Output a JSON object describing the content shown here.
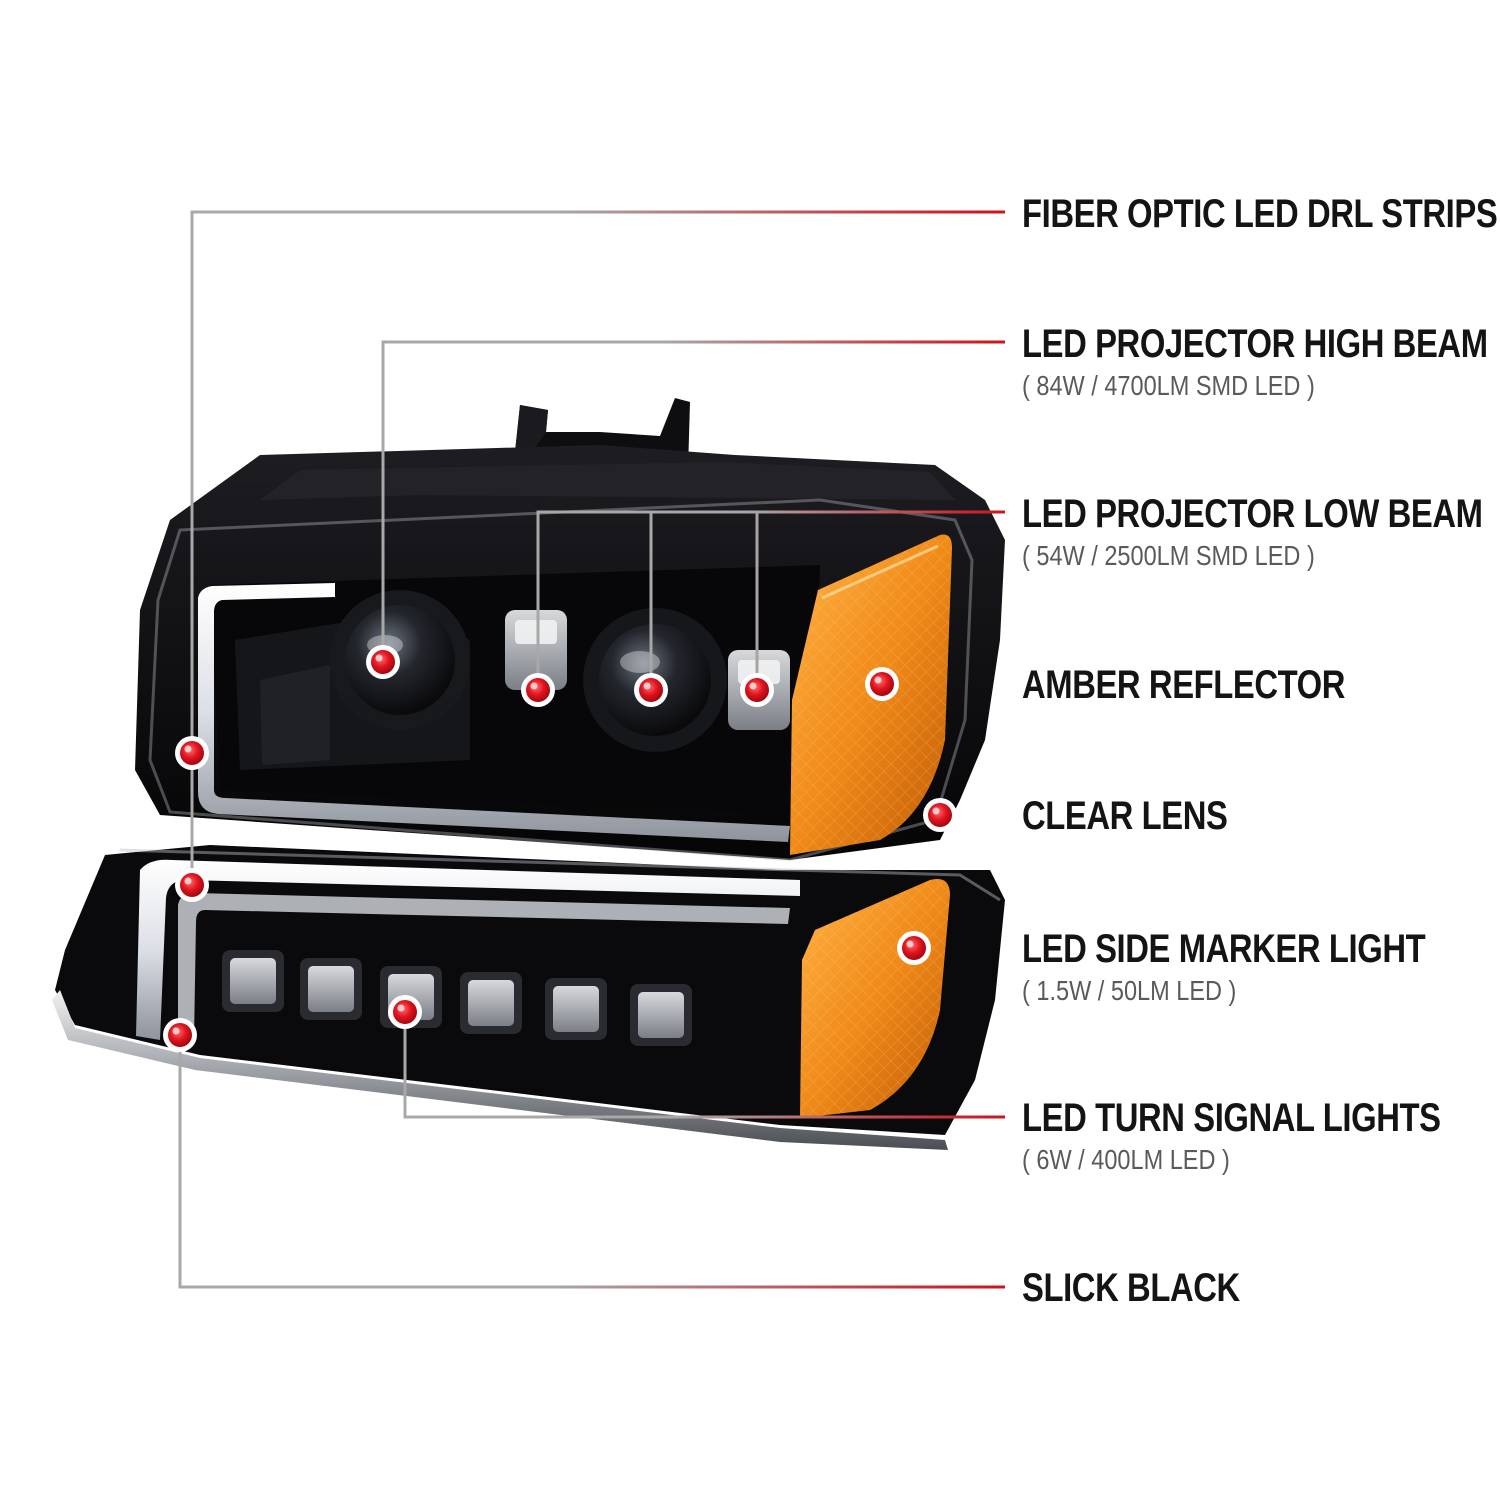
{
  "callouts": [
    {
      "id": "fiber_optic_drl",
      "label": "FIBER OPTIC LED DRL STRIPS",
      "spec": ""
    },
    {
      "id": "high_beam",
      "label": "LED PROJECTOR HIGH BEAM",
      "spec": "( 84W / 4700LM SMD LED )"
    },
    {
      "id": "low_beam",
      "label": "LED PROJECTOR LOW BEAM",
      "spec": "( 54W / 2500LM SMD LED )"
    },
    {
      "id": "amber_reflector",
      "label": "AMBER REFLECTOR",
      "spec": ""
    },
    {
      "id": "clear_lens",
      "label": "CLEAR LENS",
      "spec": ""
    },
    {
      "id": "side_marker",
      "label": "LED SIDE MARKER LIGHT",
      "spec": "( 1.5W / 50LM LED )"
    },
    {
      "id": "turn_signal",
      "label": "LED TURN SIGNAL LIGHTS",
      "spec": "( 6W / 400LM LED )"
    },
    {
      "id": "slick_black",
      "label": "SLICK BLACK",
      "spec": ""
    }
  ],
  "colors": {
    "housing": "#0b0b0d",
    "amber": "#f08a18",
    "leader_gray": "#9a9a9a",
    "leader_red": "#d0121b",
    "dot_red": "#e1141f",
    "label_text": "#141414",
    "spec_text": "#5a5a5a"
  },
  "icons": [
    "callout-dot-icon"
  ]
}
